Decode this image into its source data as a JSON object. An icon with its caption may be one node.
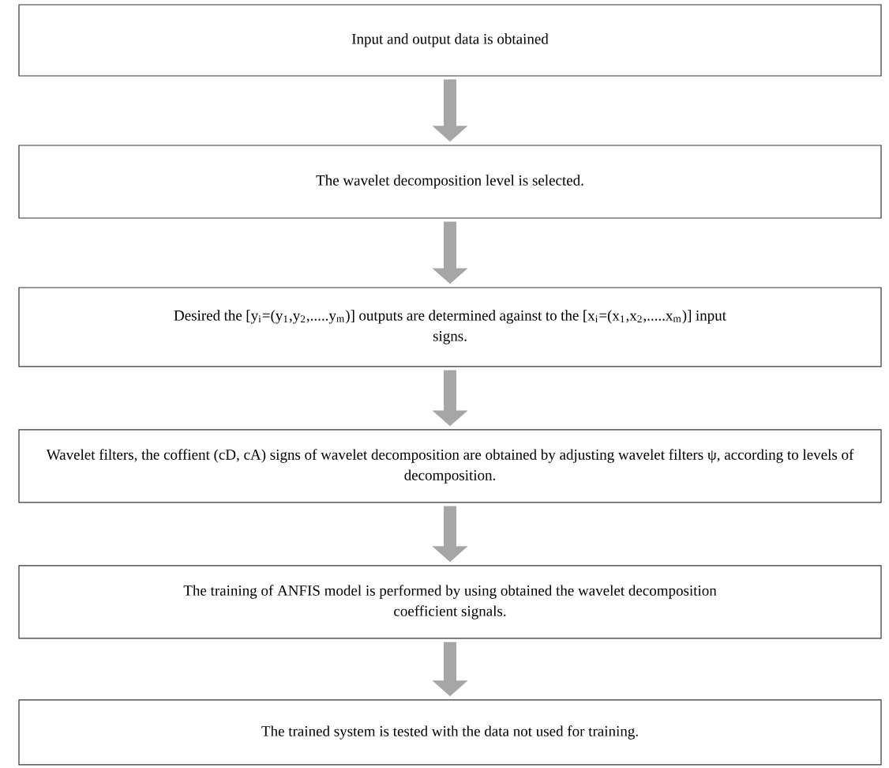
{
  "diagram": {
    "nodes": [
      {
        "text": [
          "Input and output data is obtained"
        ]
      },
      {
        "text": [
          "The wavelet decomposition level is selected."
        ]
      },
      {
        "text": [
          "Desired the [y$_{i}$=(y$_{1}$,y$_{2}$,.....y$_{m}$)] outputs are determined against to the [x$_{i}$=(x$_{1}$,x$_{2}$,.....x$_{m}$)] input signs."
        ]
      },
      {
        "text": [
          "Wavelet filters, the coffient (cD, cA) signs of wavelet decomposition are obtained by adjusting wavelet filters ψ, according to levels of decomposition."
        ]
      },
      {
        "text": [
          "The training of ANFIS model is performed by using obtained the wavelet decomposition coefficient signals."
        ]
      },
      {
        "text": [
          "The trained system is tested with the data not used for training."
        ]
      }
    ],
    "edges": [
      {
        "from": 0,
        "to": 1,
        "arrow": "to"
      },
      {
        "from": 1,
        "to": 2,
        "arrow": "to"
      },
      {
        "from": 2,
        "to": 3,
        "arrow": "to"
      },
      {
        "from": 3,
        "to": 4,
        "arrow": "to"
      },
      {
        "from": 4,
        "to": 5,
        "arrow": "to"
      }
    ]
  }
}
